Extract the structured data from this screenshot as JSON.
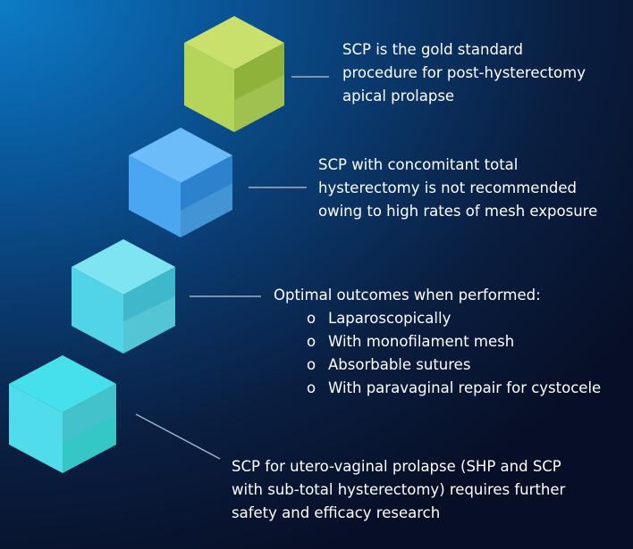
{
  "statements": [
    {
      "lines": [
        "SCP is the gold standard",
        "procedure for post-hysterectomy",
        "apical prolapse"
      ]
    },
    {
      "lines": [
        "SCP with concomitant total",
        "hysterectomy is not recommended",
        "owing to high rates of mesh exposure"
      ]
    },
    {
      "lines": [
        "Optimal outcomes when performed:"
      ],
      "bullet": "o",
      "bullets": [
        "Laparoscopically",
        "With monofilament mesh",
        "Absorbable sutures",
        "With paravaginal repair for cystocele"
      ]
    },
    {
      "lines": [
        "SCP for utero-vaginal prolapse (SHP and SCP",
        "with sub-total hysterectomy) requires further",
        "safety and efficacy research"
      ]
    }
  ],
  "colors": {
    "cube_1": "#b3d45a",
    "cube_2": "#4aa6f0",
    "cube_3": "#50d2e6",
    "cube_4": "#3cd6e2",
    "connector": "#9fb0c4"
  }
}
